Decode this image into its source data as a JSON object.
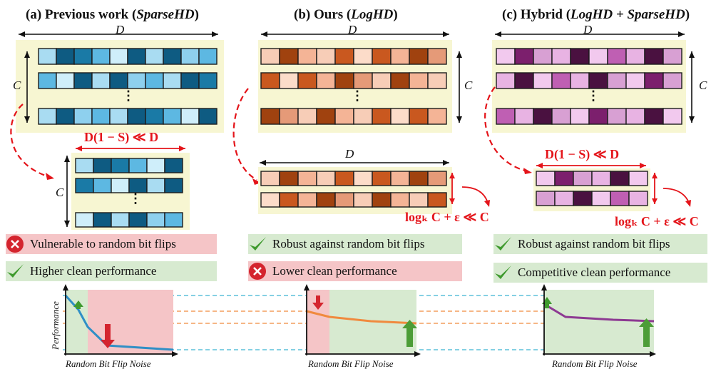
{
  "colors": {
    "bg_yellow": "#f7f6d2",
    "blue": [
      "#a9dcf2",
      "#0e5b82",
      "#1a7aa6",
      "#5db8e2",
      "#cfeefa",
      "#0e5b82",
      "#a9dcf2",
      "#0e5b82",
      "#8ed0ee",
      "#5db8e2"
    ],
    "orange": [
      "#f7cdb7",
      "#a0420f",
      "#f4b496",
      "#f7cdb7",
      "#c9581f",
      "#fcdcc9",
      "#c9581f",
      "#f4b496",
      "#a0420f",
      "#e59a78"
    ],
    "purple": [
      "#f2c9ee",
      "#7c1f6d",
      "#d8a0d3",
      "#e8b3e3",
      "#4a1140",
      "#f2c9ee",
      "#bf5fb3",
      "#e8b3e3",
      "#4a1140",
      "#d8a0d3"
    ],
    "red": "#e4141a",
    "green": "#6ca83c",
    "pink_box": "#f5c5c7",
    "green_box": "#d7ead0"
  },
  "panels": [
    {
      "title_prefix": "(a) Previous work (",
      "title_method": "SparseHD",
      "title_suffix": ")",
      "top_dim_label": "D",
      "rows_dim_label": "C",
      "dots": "⋮",
      "compressed_label": "D(1 − S) ≪ D",
      "compressed_rows_label": "C",
      "status_1": {
        "icon": "cross-icon",
        "text": "Vulnerable to random bit flips"
      },
      "status_2": {
        "icon": "check-icon",
        "text": "Higher clean performance"
      },
      "plot": {
        "ylabel": "Performance",
        "xlabel": "Random Bit Flip Noise"
      }
    },
    {
      "title_prefix": "(b) Ours (",
      "title_method": "LogHD",
      "title_suffix": ")",
      "top_dim_label": "D",
      "rows_dim_label": "C",
      "dots": "⋮",
      "compressed_dim_label": "D",
      "compressed_label": "logₖ C + ε ≪ C",
      "status_1": {
        "icon": "check-icon",
        "text": "Robust against random bit flips"
      },
      "status_2": {
        "icon": "cross-icon",
        "text": "Lower clean performance"
      },
      "plot": {
        "xlabel": "Random Bit Flip Noise"
      }
    },
    {
      "title_prefix": "(c) Hybrid (",
      "title_method": "LogHD + SparseHD",
      "title_suffix": ")",
      "top_dim_label": "D",
      "rows_dim_label": "C",
      "dots": "⋮",
      "compressed_dim_label": "D(1 − S) ≪ D",
      "compressed_label": "logₖ C + ε ≪ C",
      "status_1": {
        "icon": "check-icon",
        "text": "Robust against random bit flips"
      },
      "status_2": {
        "icon": "check-icon",
        "text": "Competitive clean performance"
      },
      "plot": {
        "xlabel": "Random Bit Flip Noise"
      }
    }
  ]
}
